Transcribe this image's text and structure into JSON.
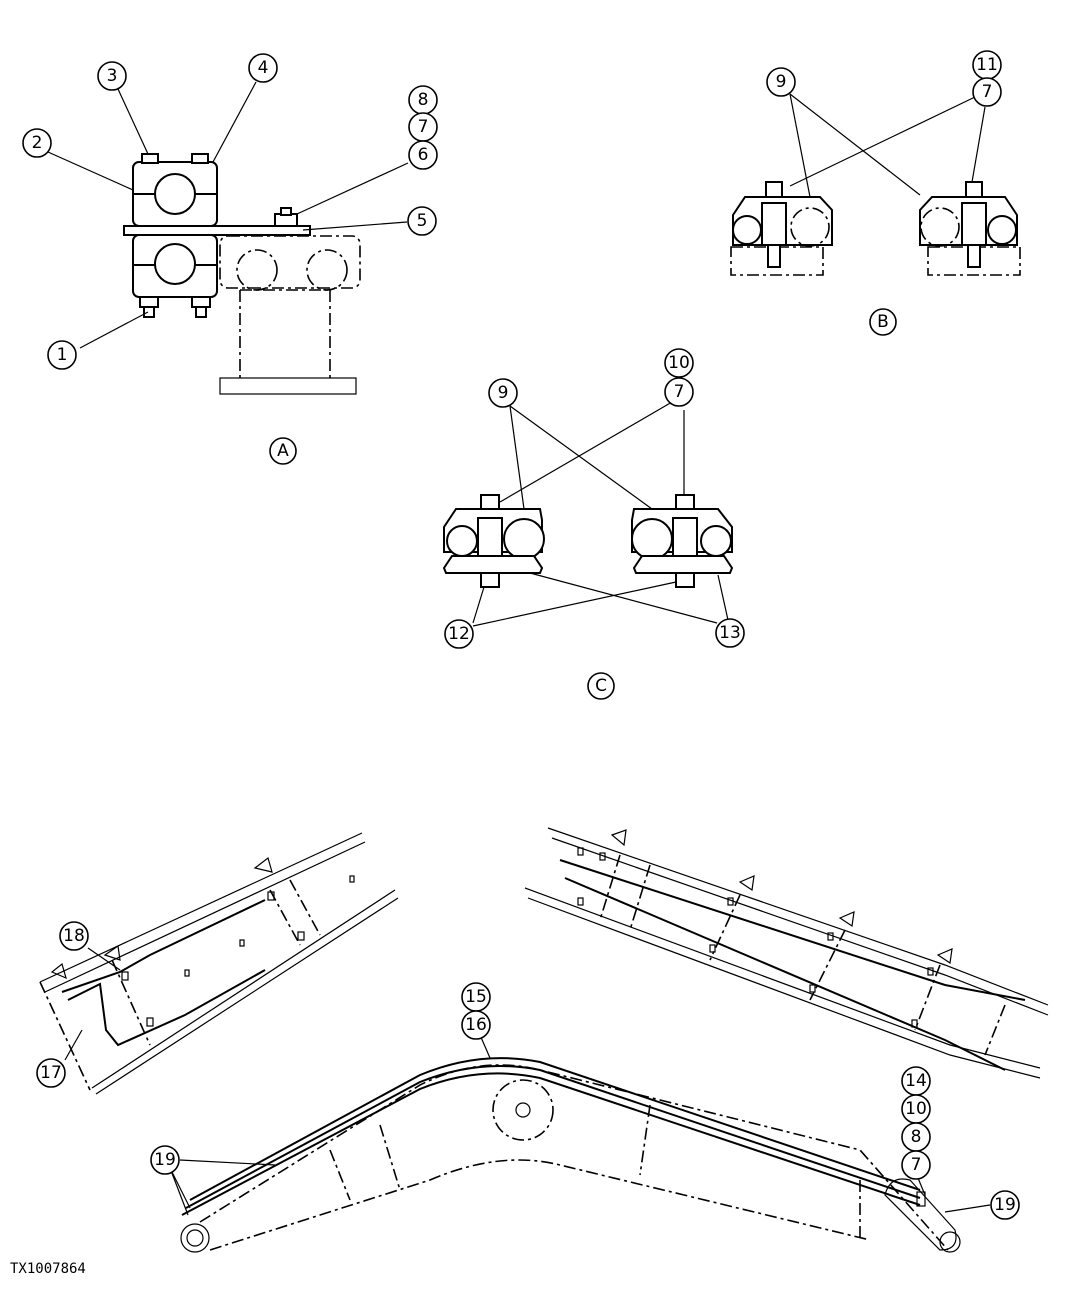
{
  "figure_code": "TX1007864",
  "view_labels": {
    "a": "A",
    "b": "B",
    "c": "C"
  },
  "callouts": {
    "c1": "1",
    "c2": "2",
    "c3": "3",
    "c4": "4",
    "c5": "5",
    "c6": "6",
    "c7": "7",
    "c8": "8",
    "b9": "9",
    "b7": "7",
    "b11": "11",
    "cc9": "9",
    "cc7": "7",
    "cc10": "10",
    "cc12": "12",
    "cc13": "13",
    "d15": "15",
    "d16": "16",
    "d17": "17",
    "d18": "18",
    "d19a": "19",
    "d19b": "19",
    "d14": "14",
    "d10": "10",
    "d8": "8",
    "d7": "7"
  }
}
